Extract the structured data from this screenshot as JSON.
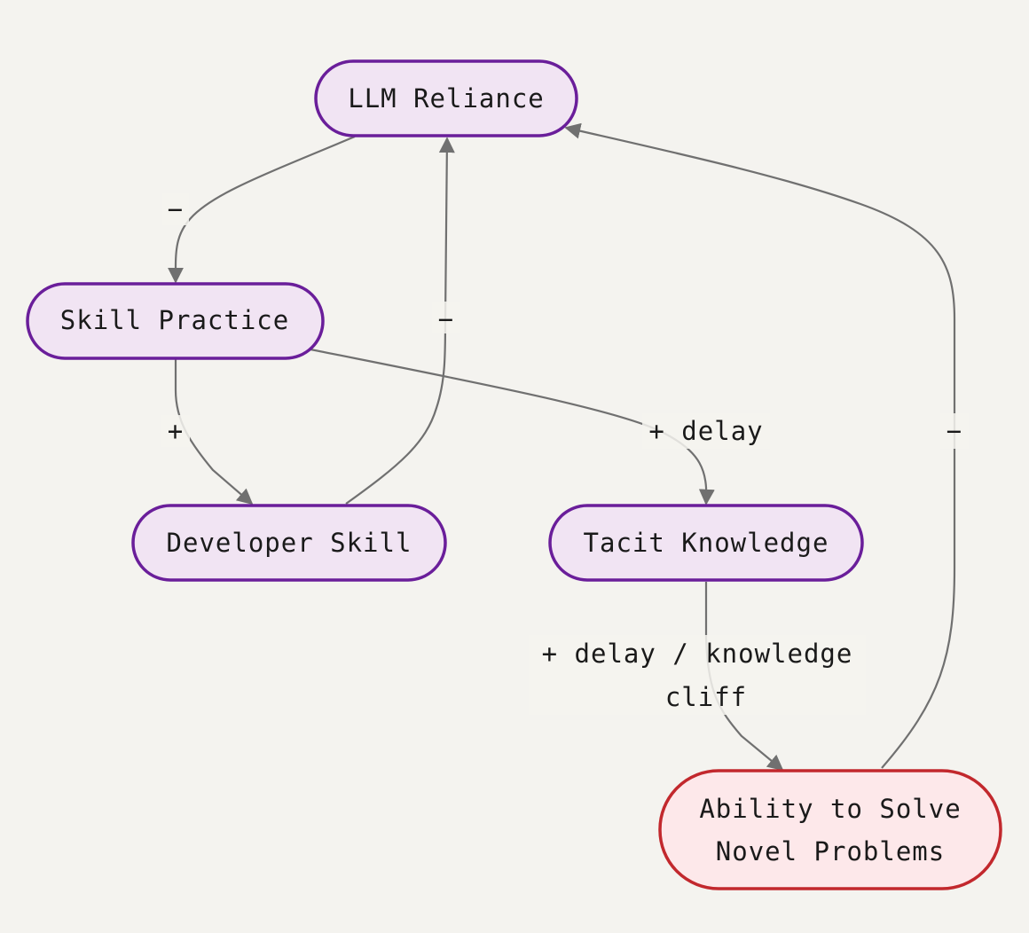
{
  "colors": {
    "background": "#f4f3ef",
    "node_fill": "#f1e4f3",
    "node_stroke": "#6a1e9a",
    "outcome_fill": "#fde8ea",
    "outcome_stroke": "#c2282d",
    "edge": "#707070",
    "text": "#1a1a1a"
  },
  "nodes": {
    "llm_reliance": {
      "label": "LLM Reliance"
    },
    "skill_practice": {
      "label": "Skill Practice"
    },
    "developer_skill": {
      "label": "Developer Skill"
    },
    "tacit_knowledge": {
      "label": "Tacit Knowledge"
    },
    "novel_problems": {
      "label_line1": "Ability to Solve",
      "label_line2": "Novel Problems"
    }
  },
  "edges": {
    "reliance_to_practice": {
      "label": "−"
    },
    "practice_to_skill": {
      "label": "+"
    },
    "skill_to_reliance": {
      "label": "−"
    },
    "practice_to_tacit": {
      "label": "+ delay"
    },
    "tacit_to_novel": {
      "label_line1": "+ delay / knowledge",
      "label_line2": "cliff"
    },
    "novel_to_reliance": {
      "label": "−"
    }
  }
}
